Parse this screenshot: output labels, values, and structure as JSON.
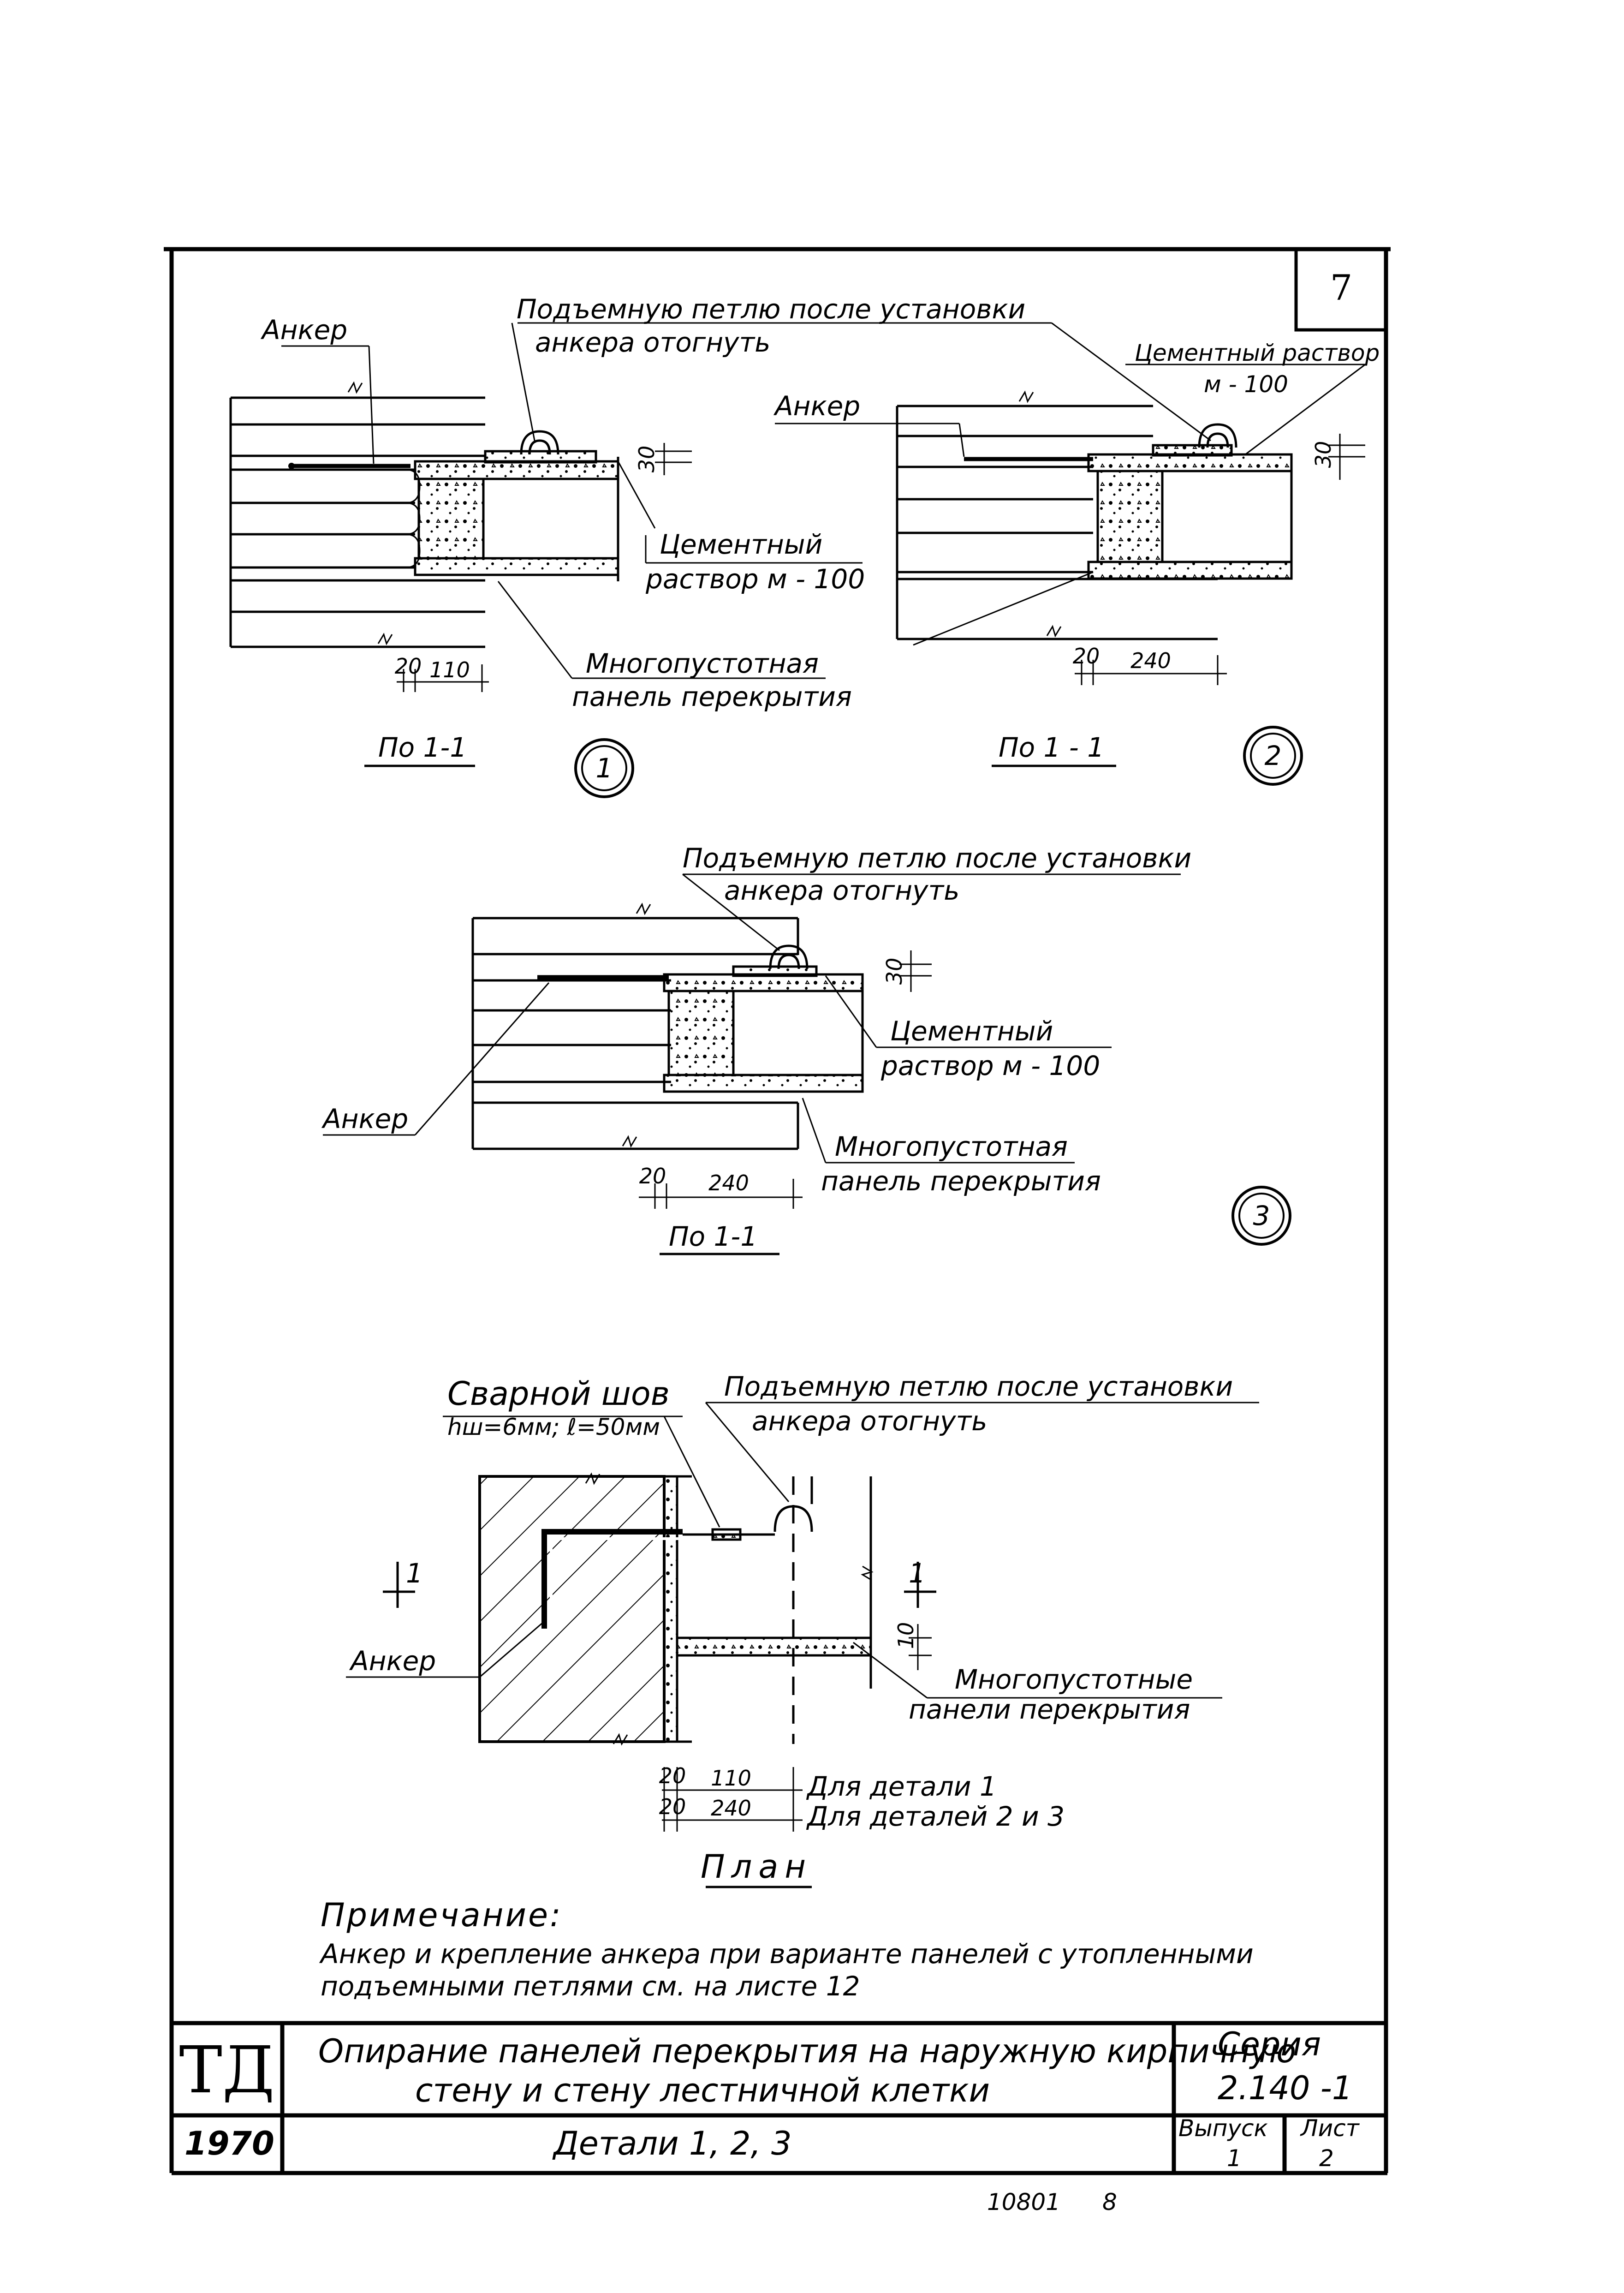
{
  "sheet": {
    "page_number": "7",
    "bottom_code": "10801",
    "bottom_num": "8"
  },
  "details": {
    "d1": {
      "anchor": "Анкер",
      "loop_note_1": "Подъемную петлю после установки",
      "loop_note_2": "анкера отогнуть",
      "mortar_1": "Цементный",
      "mortar_2": "раствор м - 100",
      "panel_1": "Многопустотная",
      "panel_2": "панель перекрытия",
      "dim_30": "30",
      "dim_20": "20",
      "dim_110": "110",
      "section": "По 1-1",
      "number": "1"
    },
    "d2": {
      "anchor": "Анкер",
      "mortar_1": "Цементный раствор",
      "mortar_2": "м - 100",
      "dim_30": "30",
      "dim_20": "20",
      "dim_240": "240",
      "section": "По 1 - 1",
      "number": "2"
    },
    "d3": {
      "loop_note_1": "Подъемную петлю после установки",
      "loop_note_2": "анкера отогнуть",
      "mortar_1": "Цементный",
      "mortar_2": "раствор м - 100",
      "anchor": "Анкер",
      "panel_1": "Многопустотная",
      "panel_2": "панель перекрытия",
      "dim_30": "30",
      "dim_20": "20",
      "dim_240": "240",
      "section": "По 1-1",
      "number": "3"
    },
    "plan": {
      "weld_1": "Сварной шов",
      "weld_2": "hш=6мм; ℓ=50мм",
      "loop_note_1": "Подъемную петлю после установки",
      "loop_note_2": "анкера отогнуть",
      "anchor": "Анкер",
      "panels_1": "Многопустотные",
      "panels_2": "панели перекрытия",
      "dim_10": "10",
      "dim_20a": "20",
      "dim_110": "110",
      "dim_20b": "20",
      "dim_240": "240",
      "for_detail_1": "Для детали 1",
      "for_details_23": "Для деталей 2 и 3",
      "cut_mark": "1",
      "title": "План"
    }
  },
  "note": {
    "heading": "Примечание:",
    "line1": "Анкер и крепление анкера при варианте панелей с утопленными",
    "line2": "подъемными петлями см. на листе 12"
  },
  "title_block": {
    "logo": "ТД",
    "title_line1": "Опирание панелей перекрытия на наружную кирпичную",
    "title_line2": "стену и стену лестничной клетки",
    "series_label": "Серия",
    "series_value": "2.140 -1",
    "year": "1970",
    "subtitle": "Детали 1, 2, 3",
    "issue_label": "Выпуск",
    "issue_value": "1",
    "sheet_label": "Лист",
    "sheet_value": "2"
  }
}
